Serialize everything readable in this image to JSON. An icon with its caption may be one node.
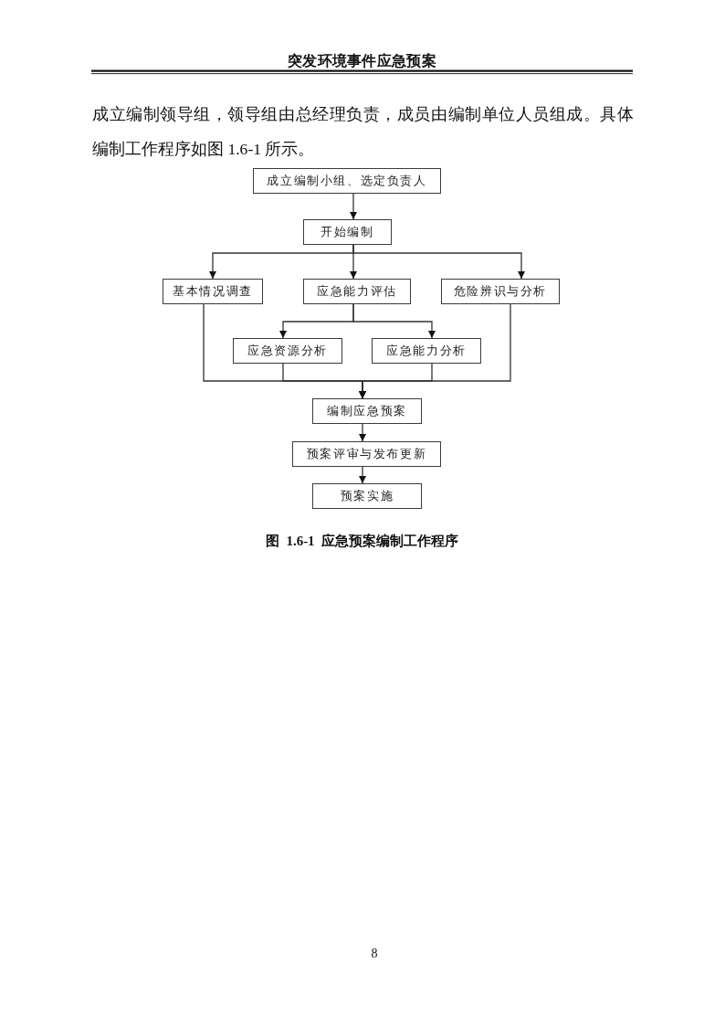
{
  "diagram": {
    "caption": "图 1.6-1 应急预案编制工作程序",
    "nodes": [
      {
        "text": [
          "成立编制小组、选定负责人"
        ]
      },
      {
        "text": [
          "开始编制"
        ]
      },
      {
        "text": [
          "基本情况调查"
        ]
      },
      {
        "text": [
          "应急能力评估"
        ]
      },
      {
        "text": [
          "危险辨识与分析"
        ]
      },
      {
        "text": [
          "应急资源分析"
        ]
      },
      {
        "text": [
          "应急能力分析"
        ]
      },
      {
        "text": [
          "编制应急预案"
        ]
      },
      {
        "text": [
          "预案评审与发布更新"
        ]
      },
      {
        "text": [
          "预案实施"
        ]
      }
    ],
    "edges": [
      {
        "from": 0,
        "to": 1,
        "arrow": "to"
      },
      {
        "from": 1,
        "to": 2,
        "arrow": "to"
      },
      {
        "from": 1,
        "to": 3,
        "arrow": "to"
      },
      {
        "from": 1,
        "to": 4,
        "arrow": "to"
      },
      {
        "from": 3,
        "to": 5,
        "arrow": "to"
      },
      {
        "from": 3,
        "to": 6,
        "arrow": "to"
      },
      {
        "from": 2,
        "to": 7,
        "arrow": "to"
      },
      {
        "from": 5,
        "to": 7,
        "arrow": "to"
      },
      {
        "from": 6,
        "to": 7,
        "arrow": "to"
      },
      {
        "from": 4,
        "to": 7,
        "arrow": "to"
      },
      {
        "from": 7,
        "to": 8,
        "arrow": "to"
      },
      {
        "from": 8,
        "to": 9,
        "arrow": "to"
      }
    ],
    "labels": [
      "突发环境事件应急预案",
      "成立编制领导组，领导组由总经理负责，成员由编制单位人员组成。具体编制工作程序如图 1.6-1 所示。",
      "8"
    ]
  }
}
